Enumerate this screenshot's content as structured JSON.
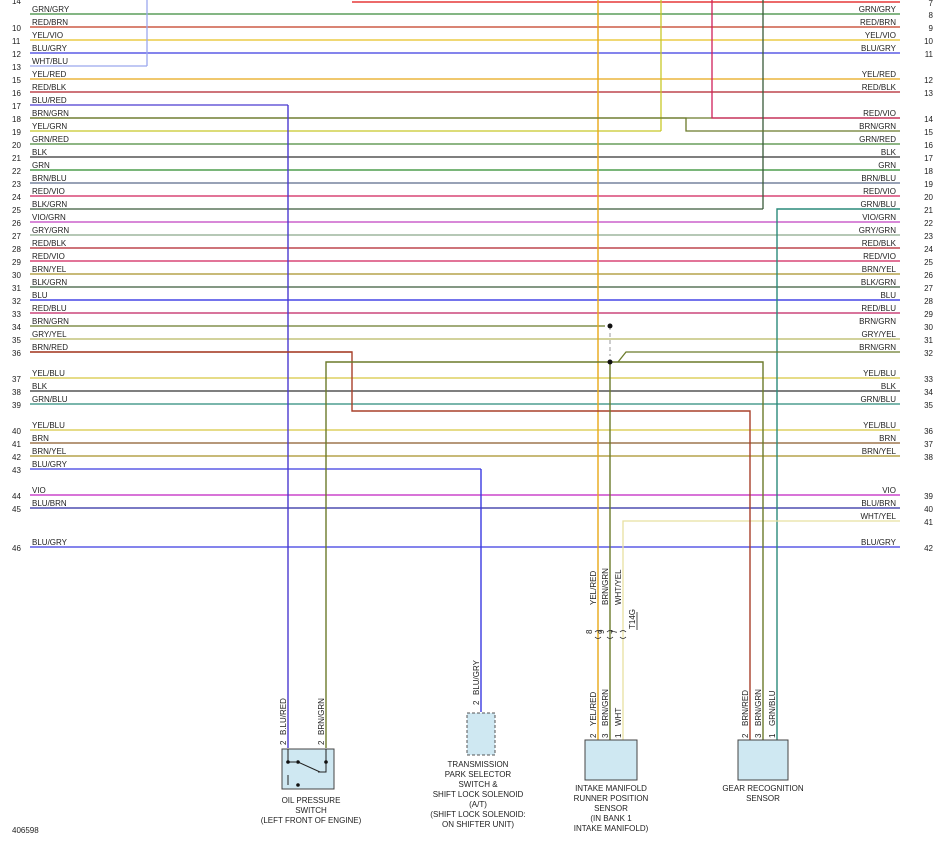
{
  "figure_id": "406598",
  "colors": {
    "GRN/GRY": "#3a8a3a",
    "RED/BRN": "#c23b22",
    "YEL/VIO": "#e8c020",
    "BLU/GRY": "#3a3ae0",
    "WHT/BLU": "#9aa8ee",
    "YEL/RED": "#e8a818",
    "RED/BLK": "#b0202a",
    "BLU/RED": "#4a3ad0",
    "BRN/GRN": "#6b7a2a",
    "YEL/GRN": "#c8c828",
    "GRN/RED": "#4a8a3a",
    "BLK": "#333333",
    "GRN": "#2a8a2a",
    "BRN/BLU": "#5a6a8a",
    "RED/VIO": "#d0205a",
    "BLK/GRN": "#3a5a3a",
    "VIO/GRN": "#c040c0",
    "GRY/GRN": "#8aa88a",
    "BRN/YEL": "#a89028",
    "BLK/GRY": "#555555",
    "BLU": "#2020e0",
    "RED/BLU": "#c02060",
    "GRY/YEL": "#b8b860",
    "BRN/RED": "#a8402a",
    "YEL/BLU": "#d8c840",
    "GRN/BLU": "#2a8a7a",
    "YEL/BLU2": "#d8c840",
    "BRN": "#8a5a2a",
    "BLU/GRY2": "#3a3ae0",
    "VIO": "#c020c0",
    "BLU/BRN": "#2a2aa0",
    "WHT/YEL": "#e8e0a0",
    "WHT": "#d8d8d8",
    "RED": "#e01010",
    "BLK/GRN2": "#3a5a3a"
  },
  "left_rows": [
    {
      "num": "",
      "label": "GRN/GRY",
      "color": "GRN/GRY"
    },
    {
      "num": "10",
      "label": "RED/BRN",
      "color": "RED/BRN"
    },
    {
      "num": "11",
      "label": "YEL/VIO",
      "color": "YEL/VIO"
    },
    {
      "num": "12",
      "label": "BLU/GRY",
      "color": "BLU/GRY"
    },
    {
      "num": "13",
      "label": "WHT/BLU",
      "color": "WHT/BLU"
    },
    {
      "num": "14",
      "label": "",
      "color": ""
    },
    {
      "num": "15",
      "label": "YEL/RED",
      "color": "YEL/RED"
    },
    {
      "num": "16",
      "label": "RED/BLK",
      "color": "RED/BLK"
    },
    {
      "num": "17",
      "label": "BLU/RED",
      "color": "BLU/RED"
    },
    {
      "num": "18",
      "label": "BRN/GRN",
      "color": "BRN/GRN"
    },
    {
      "num": "19",
      "label": "YEL/GRN",
      "color": "YEL/GRN"
    },
    {
      "num": "20",
      "label": "GRN/RED",
      "color": "GRN/RED"
    },
    {
      "num": "21",
      "label": "BLK",
      "color": "BLK"
    },
    {
      "num": "22",
      "label": "GRN",
      "color": "GRN"
    },
    {
      "num": "23",
      "label": "BRN/BLU",
      "color": "BRN/BLU"
    },
    {
      "num": "24",
      "label": "RED/VIO",
      "color": "RED/VIO"
    },
    {
      "num": "25",
      "label": "BLK/GRN",
      "color": "BLK/GRN"
    },
    {
      "num": "26",
      "label": "VIO/GRN",
      "color": "VIO/GRN"
    },
    {
      "num": "27",
      "label": "GRY/GRN",
      "color": "GRY/GRN"
    },
    {
      "num": "28",
      "label": "RED/BLK",
      "color": "RED/BLK"
    },
    {
      "num": "29",
      "label": "RED/VIO",
      "color": "RED/VIO"
    },
    {
      "num": "30",
      "label": "BRN/YEL",
      "color": "BRN/YEL"
    },
    {
      "num": "31",
      "label": "BLK/GRN",
      "color": "BLK/GRN"
    },
    {
      "num": "32",
      "label": "BLU",
      "color": "BLU"
    },
    {
      "num": "33",
      "label": "RED/BLU",
      "color": "RED/BLU"
    },
    {
      "num": "34",
      "label": "BRN/GRN",
      "color": "BRN/GRN"
    },
    {
      "num": "35",
      "label": "GRY/YEL",
      "color": "GRY/YEL"
    },
    {
      "num": "36",
      "label": "BRN/RED",
      "color": "BRN/RED"
    },
    {
      "num": "37",
      "label": "YEL/BLU",
      "color": "YEL/BLU"
    },
    {
      "num": "38",
      "label": "BLK",
      "color": "BLK"
    },
    {
      "num": "39",
      "label": "GRN/BLU",
      "color": "GRN/BLU"
    },
    {
      "num": "40",
      "label": "YEL/BLU",
      "color": "YEL/BLU"
    },
    {
      "num": "41",
      "label": "BRN",
      "color": "BRN"
    },
    {
      "num": "42",
      "label": "BRN/YEL",
      "color": "BRN/YEL"
    },
    {
      "num": "43",
      "label": "BLU/GRY",
      "color": "BLU/GRY"
    },
    {
      "num": "44",
      "label": "VIO",
      "color": "VIO"
    },
    {
      "num": "45",
      "label": "BLU/BRN",
      "color": "BLU/BRN"
    },
    {
      "num": "46",
      "label": "BLU/GRY",
      "color": "BLU/GRY"
    }
  ],
  "right_rows": [
    {
      "num": "7",
      "label": "",
      "color": ""
    },
    {
      "num": "8",
      "label": "GRN/GRY",
      "color": "GRN/GRY"
    },
    {
      "num": "9",
      "label": "RED/BRN",
      "color": "RED/BRN"
    },
    {
      "num": "10",
      "label": "YEL/VIO",
      "color": "YEL/VIO"
    },
    {
      "num": "11",
      "label": "BLU/GRY",
      "color": "BLU/GRY"
    },
    {
      "num": "12",
      "label": "YEL/RED",
      "color": "YEL/RED"
    },
    {
      "num": "13",
      "label": "RED/BLK",
      "color": "RED/BLK"
    },
    {
      "num": "14",
      "label": "RED/VIO",
      "color": "RED/VIO"
    },
    {
      "num": "15",
      "label": "BRN/GRN",
      "color": "BRN/GRN"
    },
    {
      "num": "16",
      "label": "GRN/RED",
      "color": "GRN/RED"
    },
    {
      "num": "17",
      "label": "BLK",
      "color": "BLK"
    },
    {
      "num": "18",
      "label": "GRN",
      "color": "GRN"
    },
    {
      "num": "19",
      "label": "BRN/BLU",
      "color": "BRN/BLU"
    },
    {
      "num": "20",
      "label": "RED/VIO",
      "color": "RED/VIO"
    },
    {
      "num": "21",
      "label": "GRN/BLU",
      "color": "GRN/BLU"
    },
    {
      "num": "22",
      "label": "VIO/GRN",
      "color": "VIO/GRN"
    },
    {
      "num": "23",
      "label": "GRY/GRN",
      "color": "GRY/GRN"
    },
    {
      "num": "24",
      "label": "RED/BLK",
      "color": "RED/BLK"
    },
    {
      "num": "25",
      "label": "RED/VIO",
      "color": "RED/VIO"
    },
    {
      "num": "26",
      "label": "BRN/YEL",
      "color": "BRN/YEL"
    },
    {
      "num": "27",
      "label": "BLK/GRN",
      "color": "BLK/GRN"
    },
    {
      "num": "28",
      "label": "BLU",
      "color": "BLU"
    },
    {
      "num": "29",
      "label": "RED/BLU",
      "color": "RED/BLU"
    },
    {
      "num": "30",
      "label": "BRN/GRN",
      "color": "BRN/GRN"
    },
    {
      "num": "31",
      "label": "GRY/YEL",
      "color": "GRY/YEL"
    },
    {
      "num": "32",
      "label": "BRN/GRN",
      "color": "BRN/GRN"
    },
    {
      "num": "33",
      "label": "YEL/BLU",
      "color": "YEL/BLU"
    },
    {
      "num": "34",
      "label": "BLK",
      "color": "BLK"
    },
    {
      "num": "35",
      "label": "GRN/BLU",
      "color": "GRN/BLU"
    },
    {
      "num": "36",
      "label": "YEL/BLU",
      "color": "YEL/BLU"
    },
    {
      "num": "37",
      "label": "BRN",
      "color": "BRN"
    },
    {
      "num": "38",
      "label": "BRN/YEL",
      "color": "BRN/YEL"
    },
    {
      "num": "39",
      "label": "VIO",
      "color": "VIO"
    },
    {
      "num": "40",
      "label": "BLU/BRN",
      "color": "BLU/BRN"
    },
    {
      "num": "41",
      "label": "WHT/YEL",
      "color": "WHT/YEL"
    },
    {
      "num": "42",
      "label": "BLU/GRY",
      "color": "BLU/GRY"
    }
  ],
  "components": {
    "oil_pressure": {
      "title": "OIL PRESSURE\nSWITCH\n(LEFT FRONT OF ENGINE)",
      "pins": [
        "2",
        "2"
      ],
      "wires": [
        "B.LU/RED",
        "BRN/GRN"
      ]
    },
    "transmission": {
      "title": "TRANSMISSION\nPARK SELECTOR\nSWITCH &\nSHIFT LOCK SOLENOID\n(A/T)\n(SHIFT LOCK SOLENOID:\nON SHIFTER UNIT)",
      "pins": [
        "2"
      ],
      "wires": [
        "BLU/GRY"
      ]
    },
    "intake_manifold": {
      "title": "INTAKE MANIFOLD\nRUNNER POSITION\nSENSOR\n(IN BANK 1\nINTAKE MANIFOLD)",
      "pins": [
        "2",
        "3",
        "1"
      ],
      "wires": [
        "YEL/RED",
        "BRN/GRN",
        "WHT"
      ]
    },
    "gear_recognition": {
      "title": "GEAR RECOGNITION\nSENSOR",
      "pins": [
        "2",
        "3",
        "1"
      ],
      "wires": [
        "BRN/RED",
        "BRN/GRN",
        "GRN/BLU"
      ]
    }
  },
  "inline_connector": {
    "name": "T14G",
    "pins": [
      "8",
      "9",
      "7"
    ],
    "wires": [
      "YEL/RED",
      "BRN/GRN",
      "WHT/YEL"
    ]
  }
}
